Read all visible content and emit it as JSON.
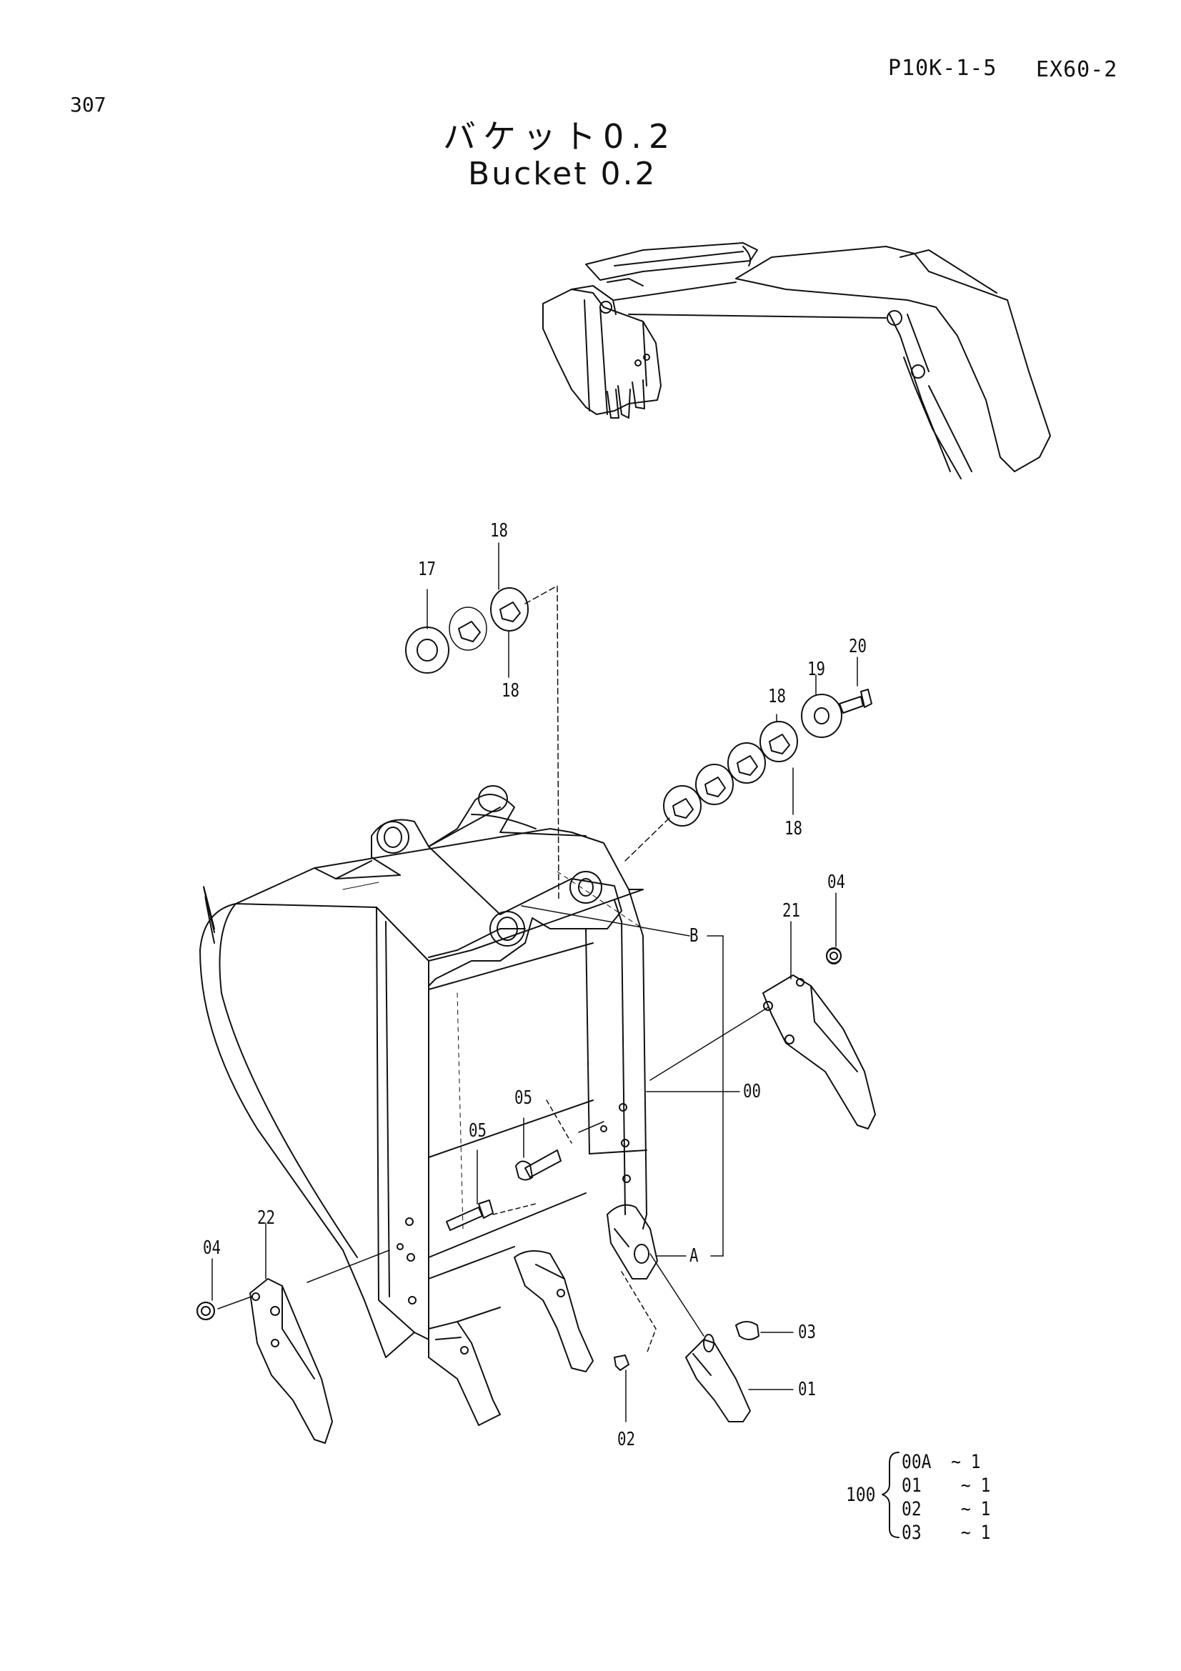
{
  "header": {
    "page_code": "P10K-1-5",
    "model": "EX60-2",
    "page_number": "307"
  },
  "title": {
    "japanese": "バケット0.2",
    "english": "Bucket 0.2"
  },
  "callouts": {
    "c18_top": "18",
    "c17": "17",
    "c18_mid": "18",
    "c20": "20",
    "c19": "19",
    "c18_right": "18",
    "c18_right_low": "18",
    "c04_right": "04",
    "c21": "21",
    "cB": "B",
    "c00": "00",
    "c05_upper": "05",
    "c05_lower": "05",
    "c22": "22",
    "c04_left": "04",
    "cA": "A",
    "c03": "03",
    "c01": "01",
    "c02": "02"
  },
  "kit": {
    "number": "100",
    "items": [
      {
        "part": "00A",
        "qty": "1"
      },
      {
        "part": "01",
        "qty": "1"
      },
      {
        "part": "02",
        "qty": "1"
      },
      {
        "part": "03",
        "qty": "1"
      }
    ],
    "separator": "~"
  }
}
